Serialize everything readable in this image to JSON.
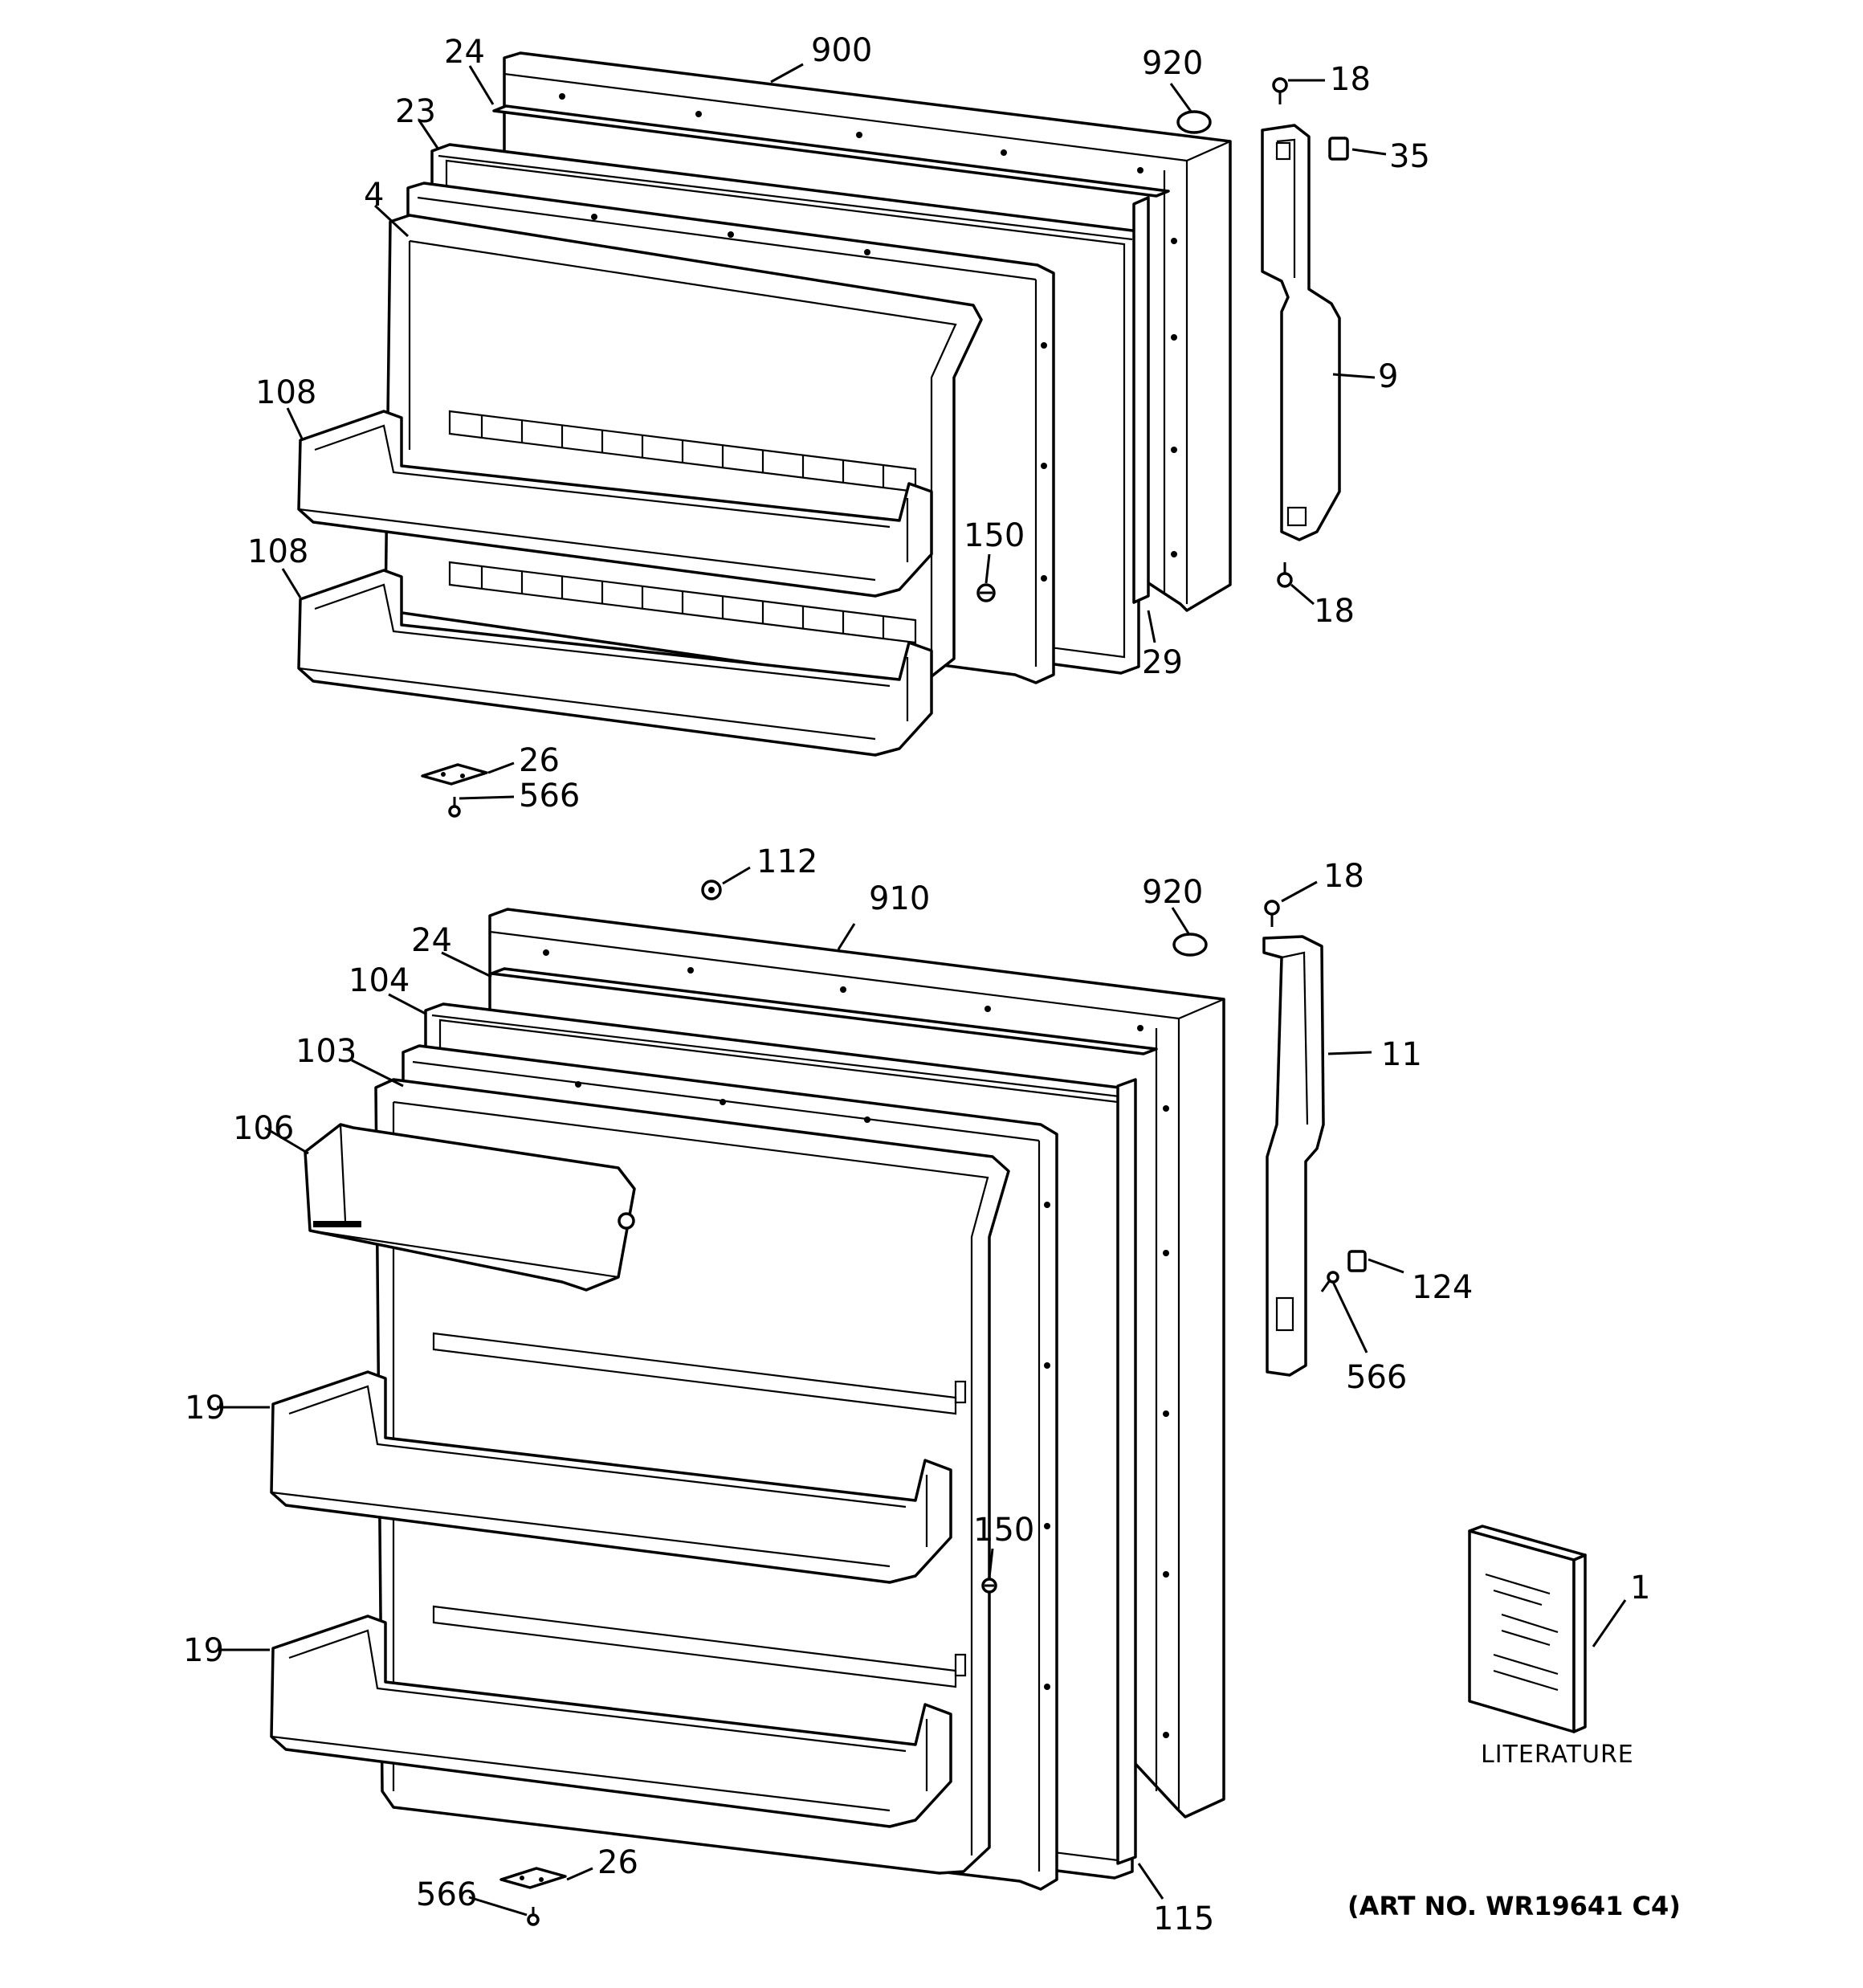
{
  "parts": [
    {
      "id": "p900",
      "number": "900"
    },
    {
      "id": "p24a",
      "number": "24"
    },
    {
      "id": "p23",
      "number": "23"
    },
    {
      "id": "p4",
      "number": "4"
    },
    {
      "id": "p920a",
      "number": "920"
    },
    {
      "id": "p18a",
      "number": "18"
    },
    {
      "id": "p35",
      "number": "35"
    },
    {
      "id": "p9",
      "number": "9"
    },
    {
      "id": "p18b",
      "number": "18"
    },
    {
      "id": "p29",
      "number": "29"
    },
    {
      "id": "p108a",
      "number": "108"
    },
    {
      "id": "p108b",
      "number": "108"
    },
    {
      "id": "p150a",
      "number": "150"
    },
    {
      "id": "p26a",
      "number": "26"
    },
    {
      "id": "p566a",
      "number": "566"
    },
    {
      "id": "p112",
      "number": "112"
    },
    {
      "id": "p910",
      "number": "910"
    },
    {
      "id": "p920b",
      "number": "920"
    },
    {
      "id": "p18c",
      "number": "18"
    },
    {
      "id": "p24b",
      "number": "24"
    },
    {
      "id": "p104",
      "number": "104"
    },
    {
      "id": "p103",
      "number": "103"
    },
    {
      "id": "p106",
      "number": "106"
    },
    {
      "id": "p11",
      "number": "11"
    },
    {
      "id": "p124",
      "number": "124"
    },
    {
      "id": "p566b",
      "number": "566"
    },
    {
      "id": "p19a",
      "number": "19"
    },
    {
      "id": "p19b",
      "number": "19"
    },
    {
      "id": "p150b",
      "number": "150"
    },
    {
      "id": "p1",
      "number": "1"
    },
    {
      "id": "p115",
      "number": "115"
    },
    {
      "id": "p26b",
      "number": "26"
    },
    {
      "id": "p566c",
      "number": "566"
    }
  ],
  "literature_label": "LITERATURE",
  "art_number": "(ART NO. WR19641 C4)"
}
